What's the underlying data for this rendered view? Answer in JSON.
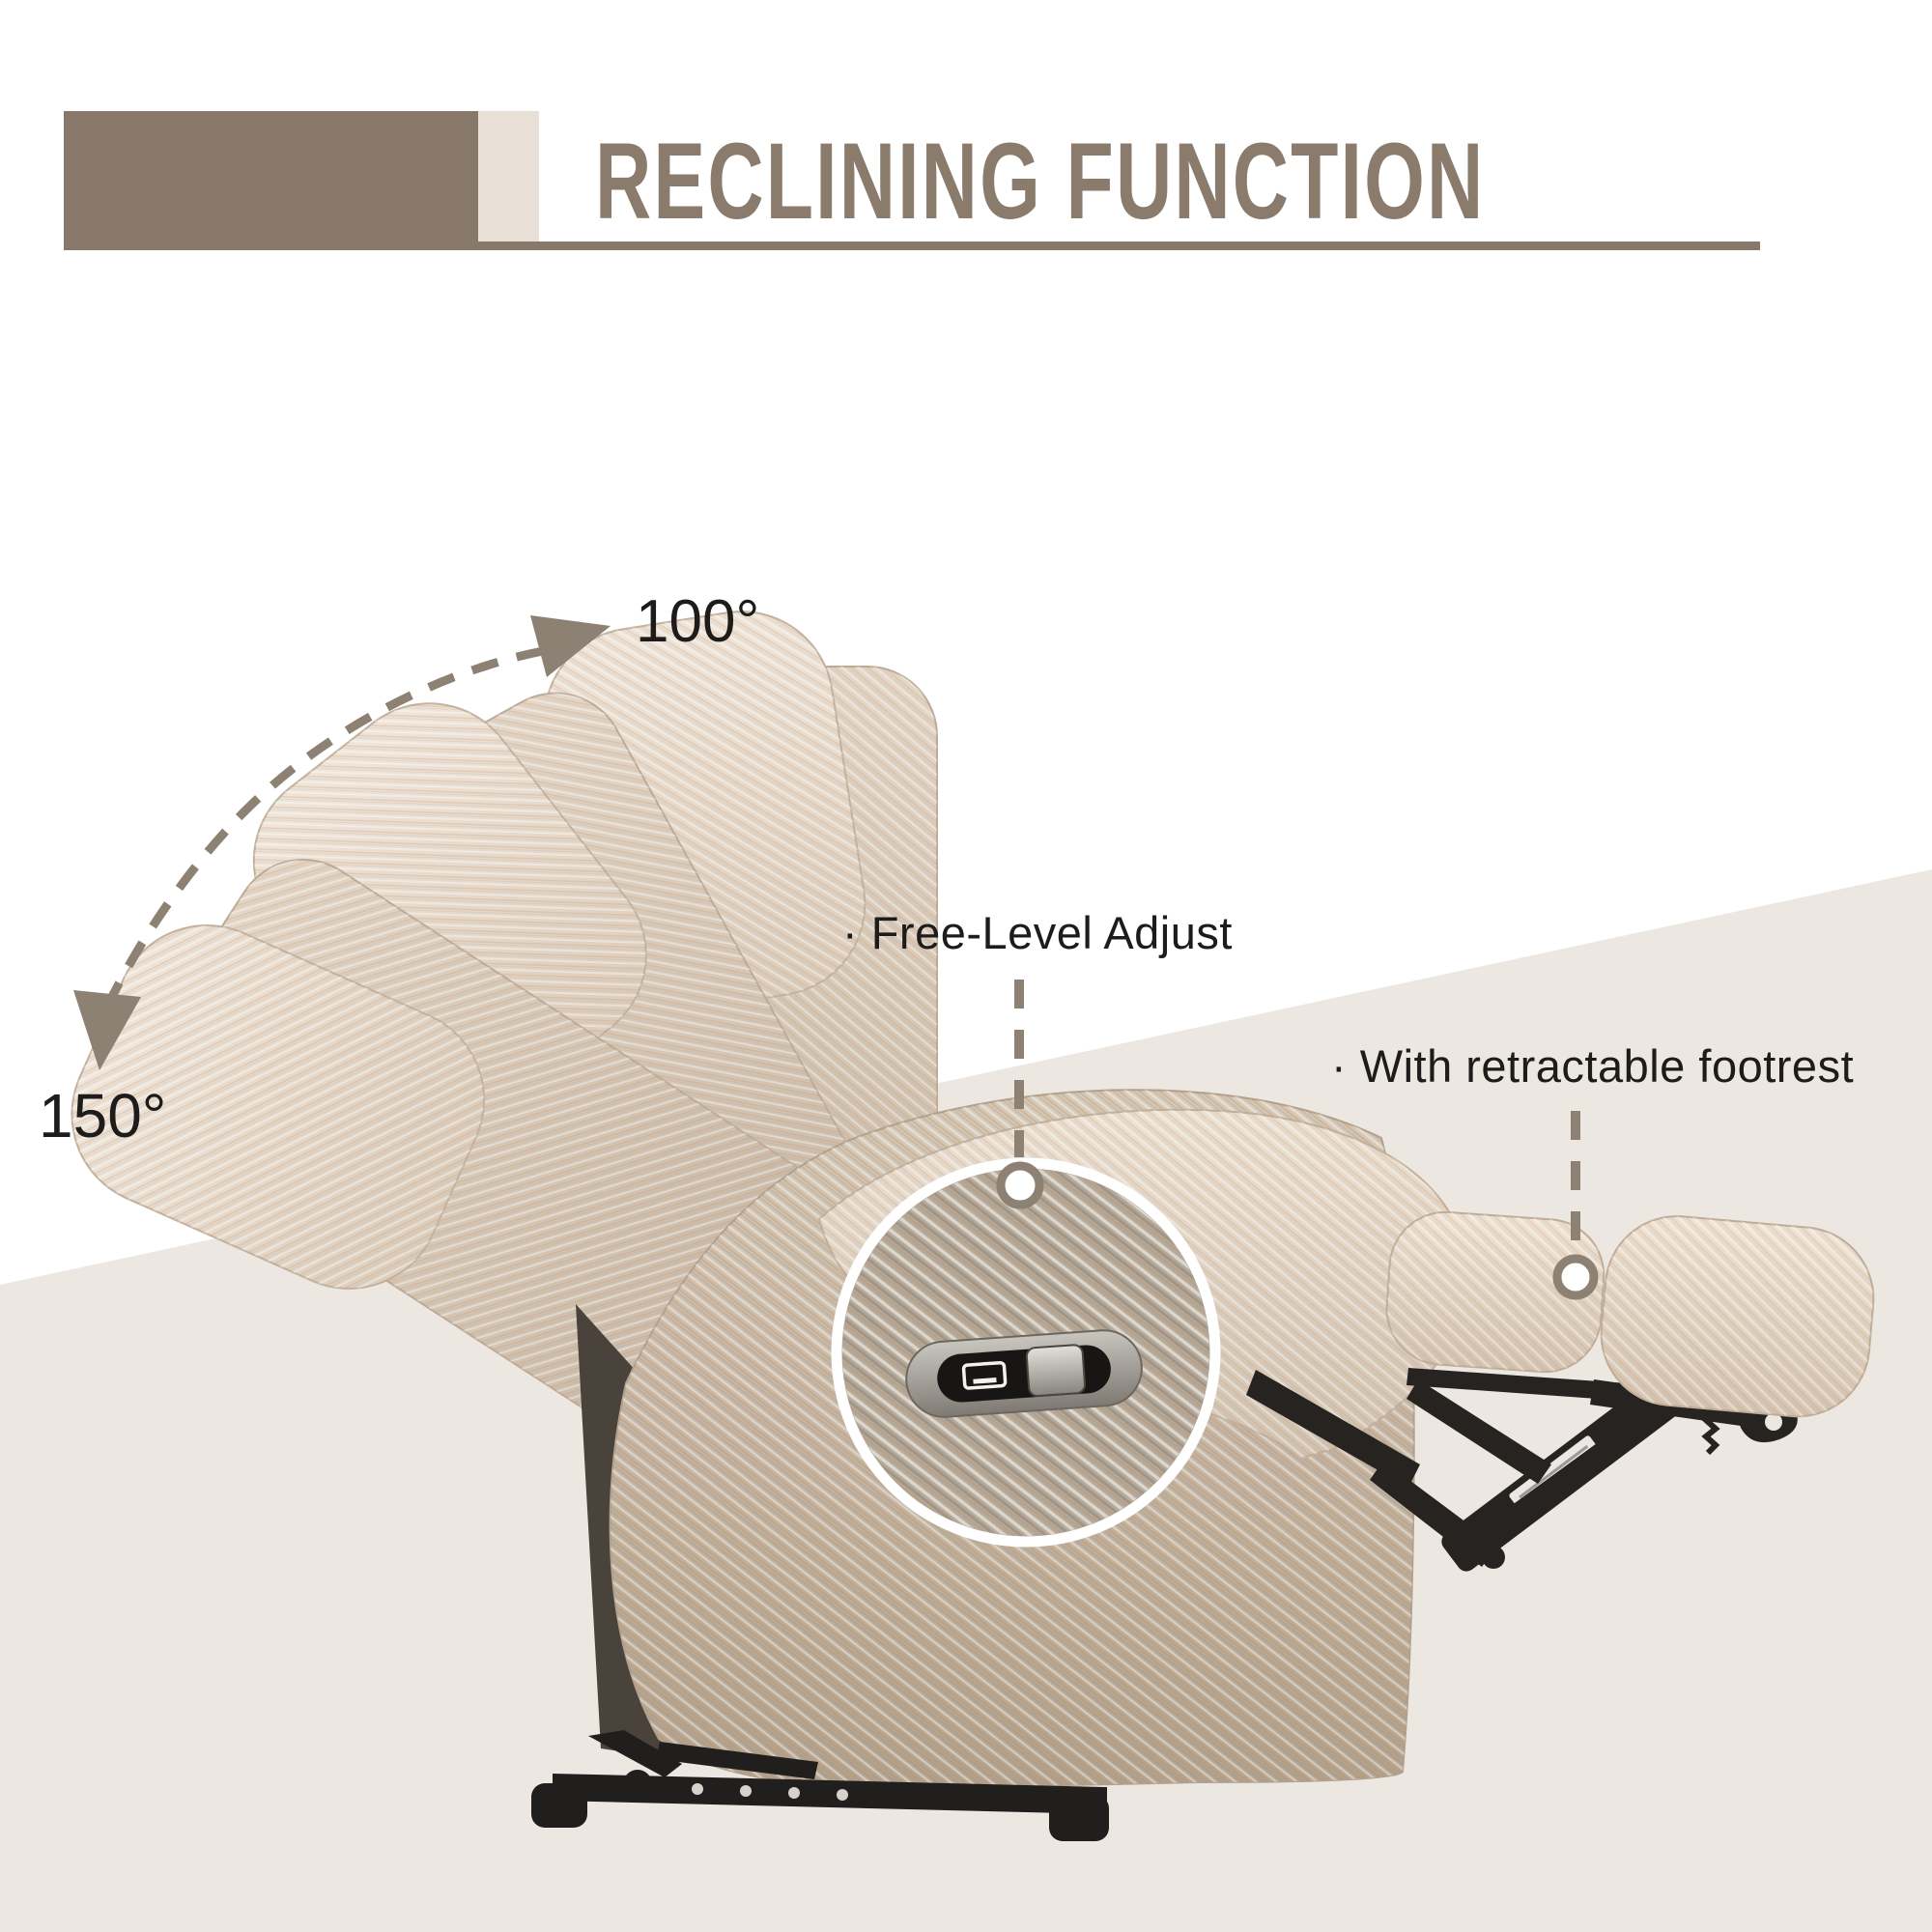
{
  "header": {
    "title": "RECLINING FUNCTION",
    "accent_color": "#877869",
    "strip_color": "#e8e0d6",
    "title_color": "#8a7b6c"
  },
  "annotations": {
    "angle_upright": "100°",
    "angle_reclined": "150°",
    "callout_adjust": "· Free-Level Adjust",
    "callout_footrest": "· With retractable footrest",
    "dash_color": "#8d8174",
    "text_color": "#1d1c1a"
  },
  "scene": {
    "background_top": "#ffffff",
    "background_bottom": "#ede7e1",
    "fabric_light": "#e9dfd2",
    "fabric_mid": "#d8cab8",
    "fabric_tan": "#c9b9a5",
    "detail_fabric": "#b5a99a",
    "metal_dark": "#262320",
    "panel_silver": "#a8a49d",
    "features": [
      "three fanned backrest positions",
      "magnified side control panel with USB port and rocker switch",
      "extended two-pad footrest on black scissor linkage"
    ]
  }
}
